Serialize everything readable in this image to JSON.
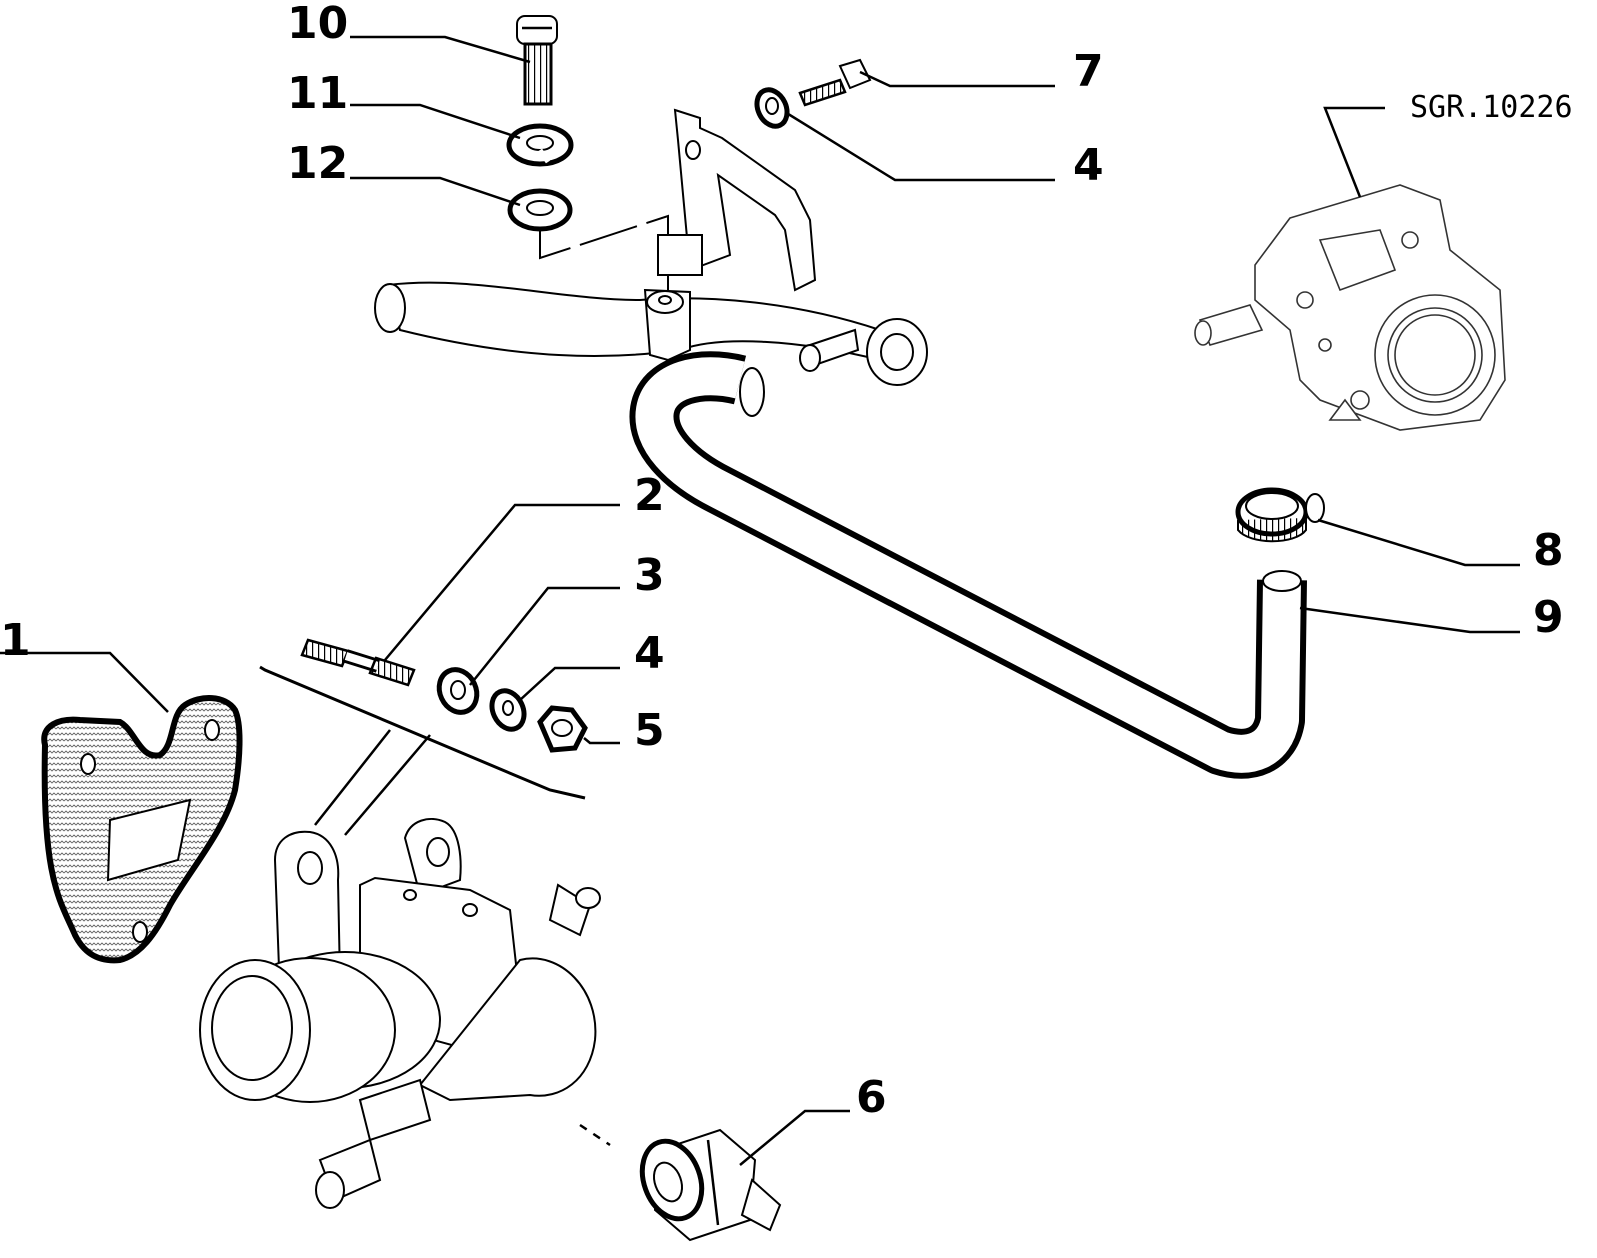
{
  "drawing_ref": "SGR.10226",
  "callouts": {
    "c10": "10",
    "c11": "11",
    "c12": "12",
    "c7": "7",
    "c4_top": "4",
    "c2": "2",
    "c3": "3",
    "c4_mid": "4",
    "c5": "5",
    "c1": "1",
    "c8": "8",
    "c9": "9",
    "c6": "6"
  }
}
